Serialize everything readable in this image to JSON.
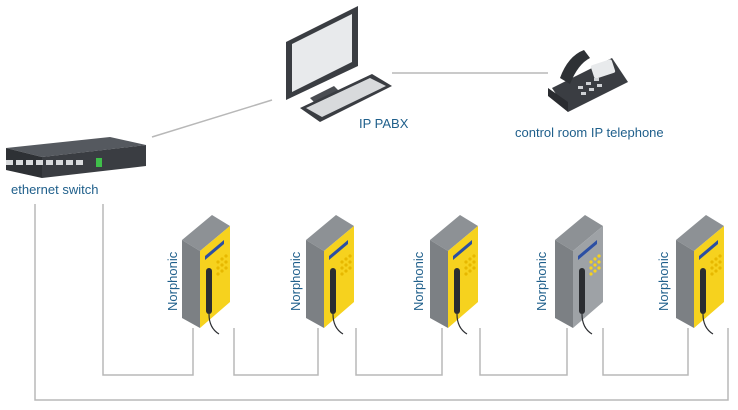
{
  "labels": {
    "switch": "ethernet switch",
    "pabx": "IP PABX",
    "phone": "control room IP telephone"
  },
  "devices": [
    {
      "brand": "Norphonic"
    },
    {
      "brand": "Norphonic"
    },
    {
      "brand": "Norphonic"
    },
    {
      "brand": "Norphonic"
    },
    {
      "brand": "Norphonic"
    }
  ],
  "colors": {
    "line": "#b8b8b8",
    "label": "#1f5f8b",
    "telephone_yellow": "#f6d21e",
    "telephone_grey": "#9ea2a6",
    "switch_body": "#3a3d42",
    "port_led": "#3fbf4a"
  },
  "icons": [
    "ethernet-switch-icon",
    "computer-icon",
    "desk-phone-icon",
    "industrial-telephone-icon"
  ]
}
